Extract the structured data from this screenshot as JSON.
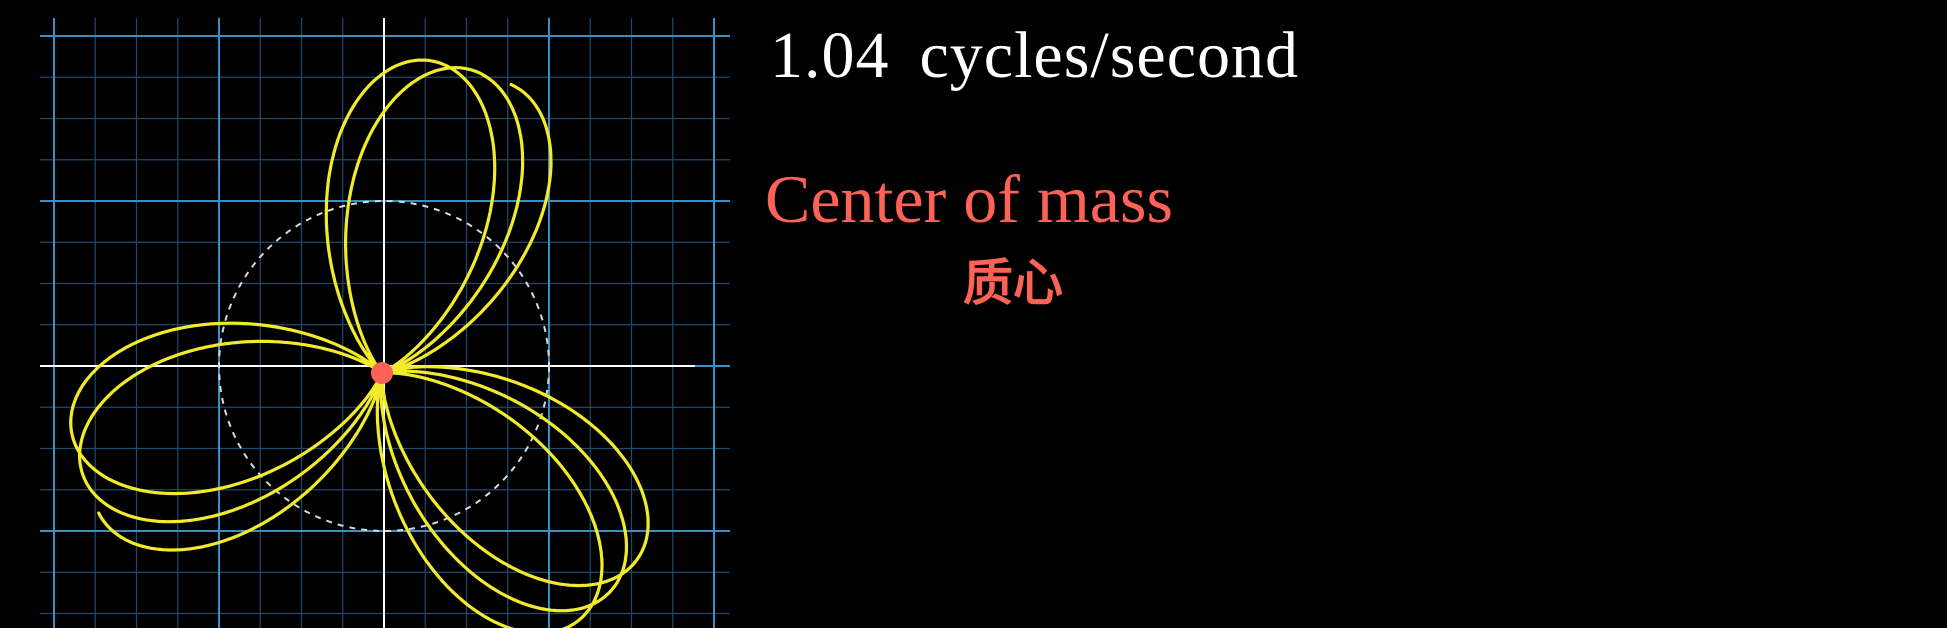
{
  "frequency": {
    "value": "1.04",
    "unit": "cycles/second"
  },
  "center_of_mass": {
    "label_en": "Center of mass",
    "label_zh": "质心"
  },
  "colors": {
    "background": "#000000",
    "grid_minor": "#1d4a6e",
    "grid_major": "#3a8fc4",
    "axis": "#ffffff",
    "curve": "#f2ea2c",
    "center_dot": "#fc6255",
    "label_accent": "#fc6255",
    "text": "#ffffff",
    "dashed_circle": "#d8d8d8"
  },
  "winding": {
    "petals": 3,
    "loops": 8
  }
}
